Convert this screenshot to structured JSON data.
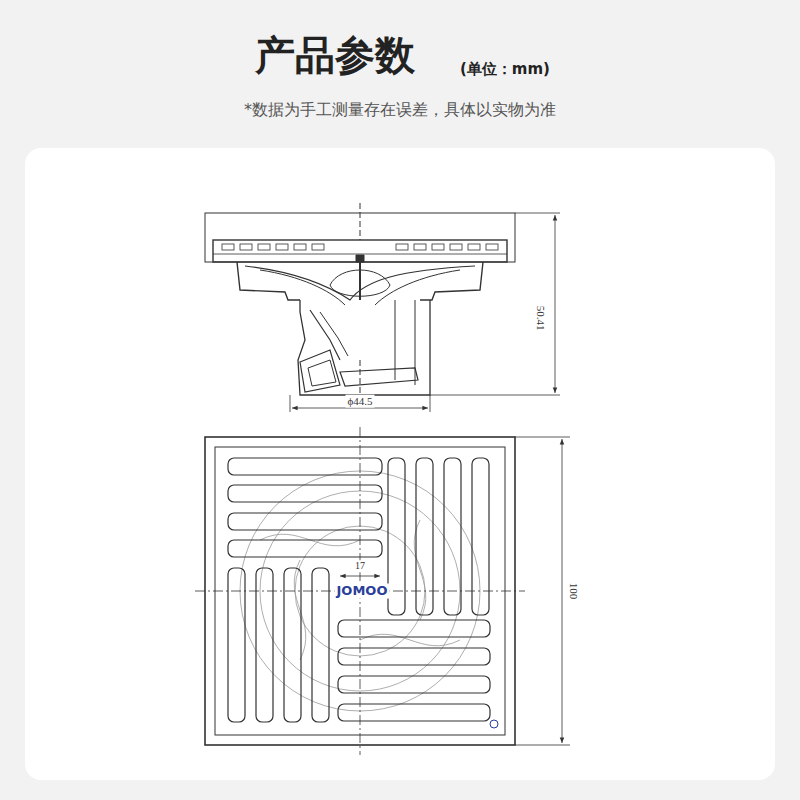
{
  "diagram": {
    "title": "产品参数",
    "labels": [
      "(单位：mm)",
      "*数据为手工测量存在误差，具体以实物为准",
      "50.41",
      "ϕ44.5",
      "17",
      "JOMOO",
      "100"
    ]
  }
}
